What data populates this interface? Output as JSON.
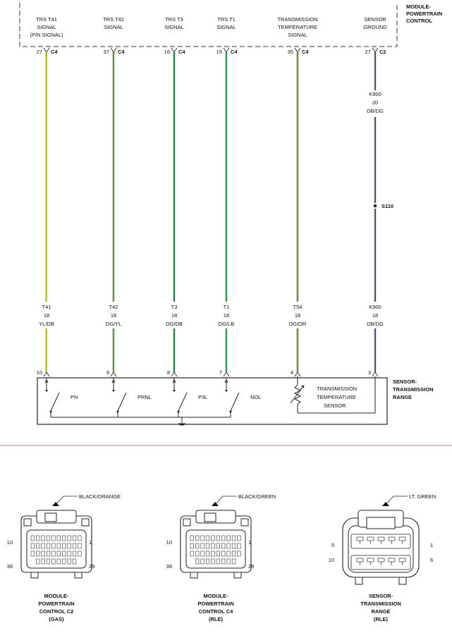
{
  "module_pcm": {
    "label": [
      "MODULE-",
      "POWERTRAIN",
      "CONTROL"
    ]
  },
  "wires": [
    {
      "id": "t41",
      "color": "#dede1a",
      "pcm_lines": [
        "TRS T41",
        "SIGNAL",
        "(P/N SIGNAL)"
      ],
      "pcm_pin": "27",
      "pcm_conn": "C4",
      "circuit": "T41",
      "gauge": "18",
      "wire_color": "YL/DB",
      "sensor_pin": "10",
      "switch_label": "PN"
    },
    {
      "id": "t42",
      "color": "#5aa22a",
      "pcm_lines": [
        "TRS T42",
        "SIGNAL"
      ],
      "pcm_pin": "37",
      "pcm_conn": "C4",
      "circuit": "T42",
      "gauge": "18",
      "wire_color": "DG/YL",
      "sensor_pin": "9",
      "switch_label": "PRNL"
    },
    {
      "id": "t3",
      "color": "#1f7a3d",
      "pcm_lines": [
        "TRS T3",
        "SIGNAL"
      ],
      "pcm_pin": "16",
      "pcm_conn": "C4",
      "circuit": "T3",
      "gauge": "18",
      "wire_color": "DG/DB",
      "sensor_pin": "8",
      "switch_label": "P3L"
    },
    {
      "id": "t1",
      "color": "#22a04a",
      "pcm_lines": [
        "TRS T1",
        "SIGNAL"
      ],
      "pcm_pin": "15",
      "pcm_conn": "C4",
      "circuit": "T1",
      "gauge": "18",
      "wire_color": "DG/LB",
      "sensor_pin": "7",
      "switch_label": "NOL"
    },
    {
      "id": "t54",
      "color": "#5e9a2a",
      "pcm_lines": [
        "TRANSMISSION",
        "TEMPERATURE",
        "SIGNAL"
      ],
      "pcm_pin": "35",
      "pcm_conn": "C4",
      "circuit": "T54",
      "gauge": "18",
      "wire_color": "DG/OR",
      "sensor_pin": "4",
      "switch_label": ""
    },
    {
      "id": "k900",
      "color": "#3c4a8c",
      "pcm_lines": [
        "SENSOR",
        "GROUND"
      ],
      "pcm_pin": "27",
      "pcm_conn": "C2",
      "circuit": "K900",
      "gauge": "18",
      "wire_color": "DB/DG",
      "sensor_pin": "3",
      "switch_label": ""
    }
  ],
  "k900_upper": {
    "circuit": "K900",
    "gauge": "20",
    "wire_color": "DB/DG"
  },
  "splice": {
    "label": "S110"
  },
  "sensor_tr": {
    "label": [
      "SENSOR-",
      "TRANSMISSION",
      "RANGE"
    ],
    "temp_sensor_label": [
      "TRANSMISSION",
      "TEMPERATURE",
      "SENSOR"
    ]
  },
  "connectors": [
    {
      "id": "pcm-c2",
      "callout": "BLACK/ORANGE",
      "pins": {
        "tl": "10",
        "tr": "1",
        "bl": "38",
        "br": "29"
      },
      "caption": [
        "MODULE-",
        "POWERTRAIN",
        "CONTROL C2",
        "(GAS)"
      ]
    },
    {
      "id": "pcm-c4",
      "callout": "BLACK/GREEN",
      "pins": {
        "tl": "10",
        "tr": "1",
        "bl": "38",
        "br": "29"
      },
      "caption": [
        "MODULE-",
        "POWERTRAIN",
        "CONTROL C4",
        "(RLE)"
      ]
    },
    {
      "id": "tr-sensor",
      "callout": "LT. GREEN",
      "pins": {
        "tl": "5",
        "tr": "1",
        "bl": "10",
        "br": "6"
      },
      "caption": [
        "SENSOR-",
        "TRANSMISSION",
        "RANGE",
        "(RLE)"
      ]
    }
  ]
}
